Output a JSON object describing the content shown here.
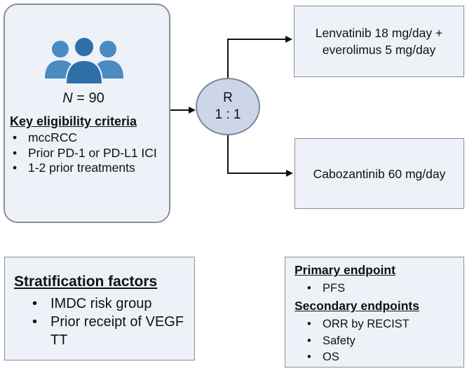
{
  "population": {
    "n_prefix": "N",
    "n_value": " = 90",
    "criteria_title": "Key eligibility criteria",
    "criteria": [
      "mccRCC",
      "Prior PD-1 or PD-L1 ICI",
      "1-2 prior treatments"
    ]
  },
  "randomization": {
    "label": "R",
    "ratio": "1 : 1"
  },
  "arms": [
    {
      "line1": "Lenvatinib 18 mg/day +",
      "line2": "everolimus 5 mg/day"
    },
    {
      "line1": "Cabozantinib 60 mg/day"
    }
  ],
  "stratification": {
    "title": "Stratification factors",
    "items": [
      "IMDC risk group",
      "Prior receipt of VEGF TT"
    ]
  },
  "endpoints": {
    "primary_title": "Primary endpoint",
    "primary": [
      "PFS"
    ],
    "secondary_title": "Secondary endpoints",
    "secondary": [
      "ORR by RECIST",
      "Safety",
      "OS"
    ]
  },
  "colors": {
    "box_fill": "#eef2f8",
    "box_border": "#8a8f96",
    "circle_fill": "#cdd5e8",
    "people_icon": "#4a8bc2"
  },
  "icons": {
    "population": "people-group-icon",
    "bullet": "•"
  }
}
